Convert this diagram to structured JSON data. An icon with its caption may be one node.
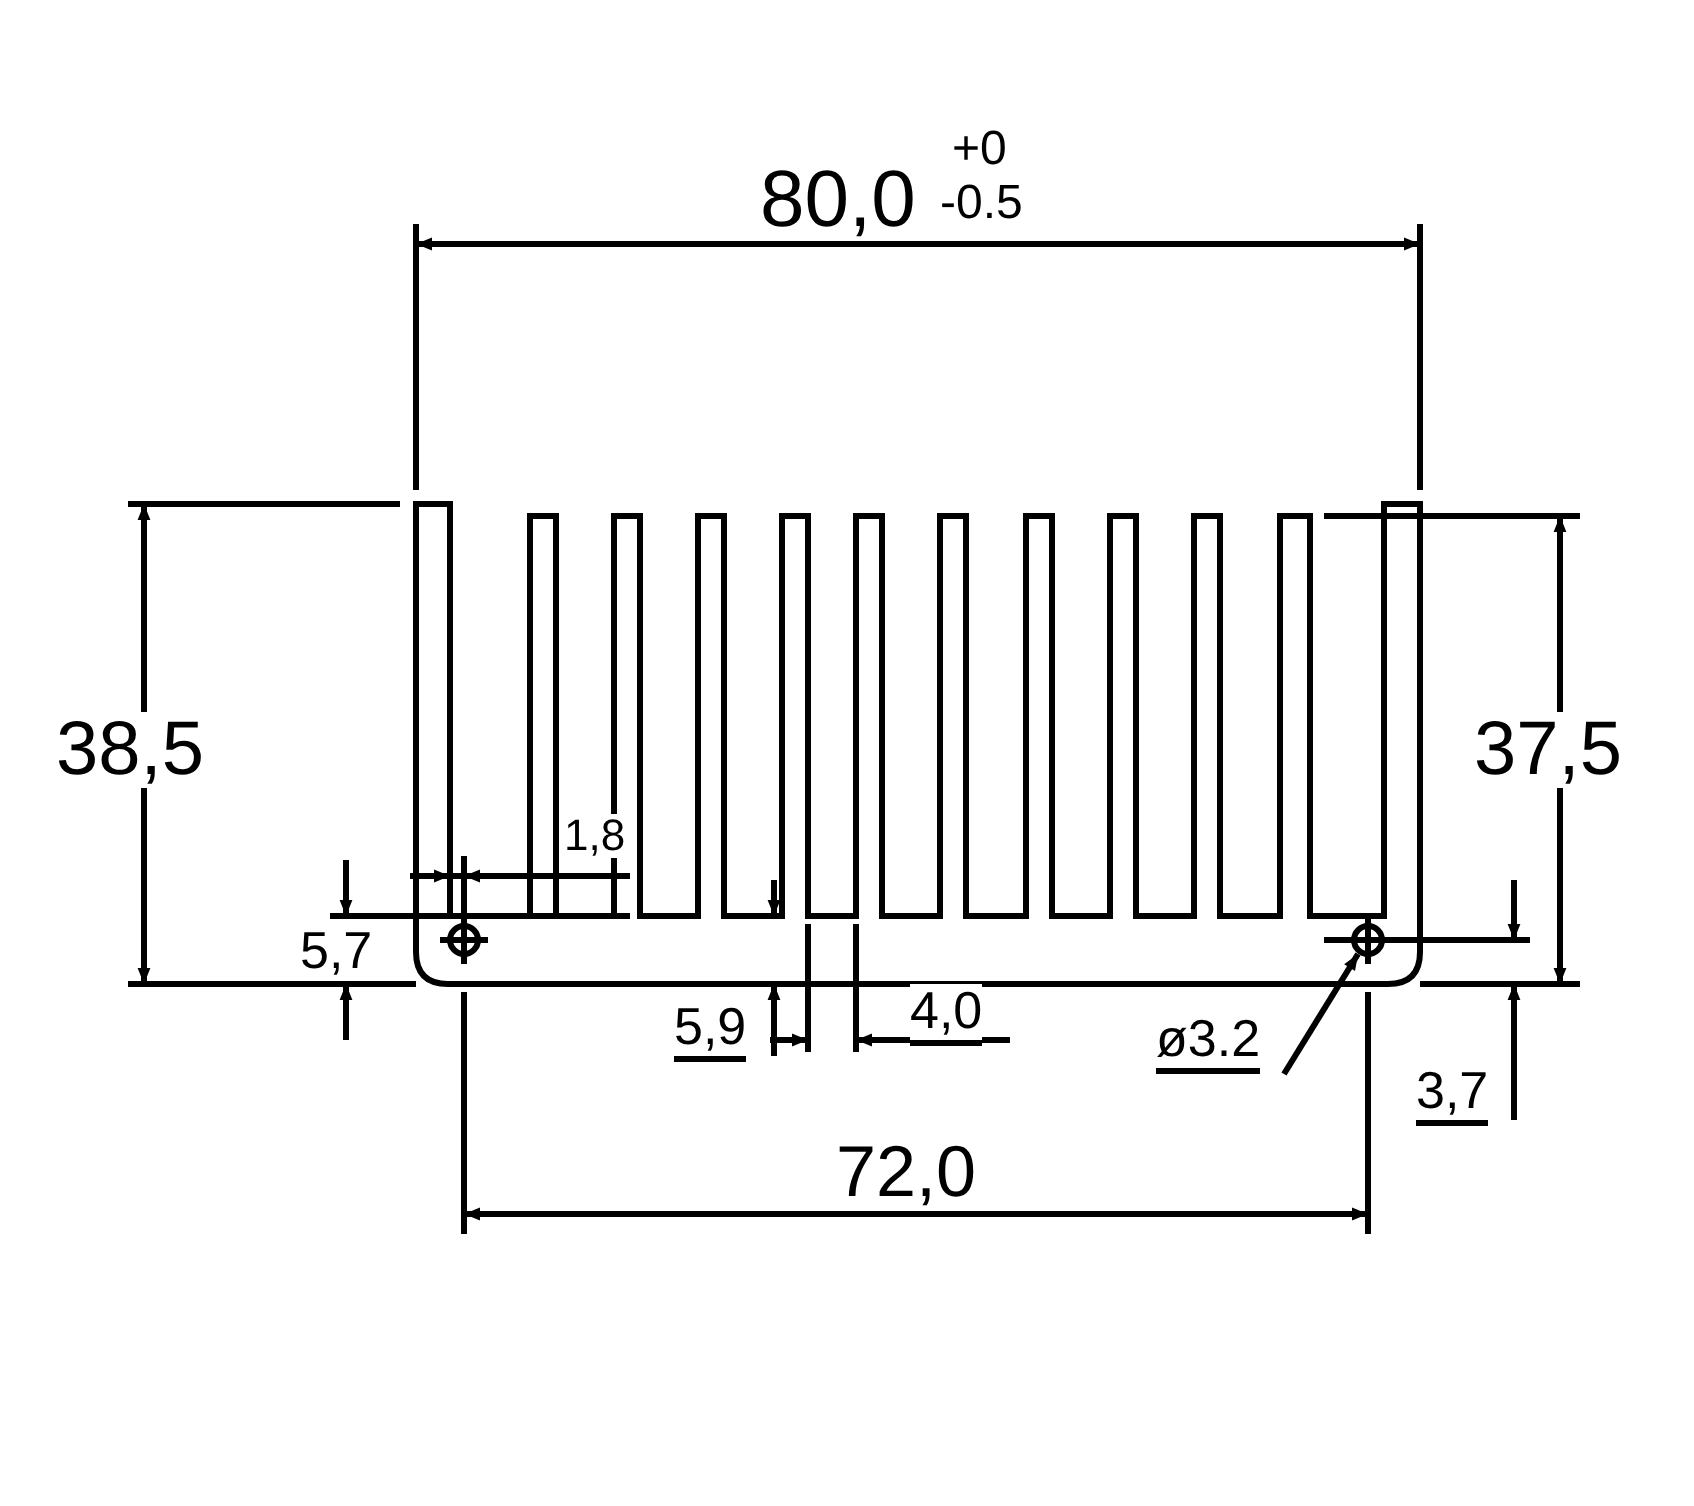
{
  "diagram": {
    "nodes": [
      {
        "text": [
          "ø3.2"
        ]
      },
      {
        "text": [],
        "shape": "circle"
      },
      {
        "text": [],
        "shape": "circle"
      }
    ],
    "edges": [
      {
        "from": 0,
        "to": 2,
        "arrow": "to"
      }
    ],
    "labels": [
      "80,0",
      "+0",
      "-0.5",
      "38,5",
      "37,5",
      "1,8",
      "5,7",
      "5,9",
      "4,0",
      "3,7",
      "72,0"
    ]
  }
}
